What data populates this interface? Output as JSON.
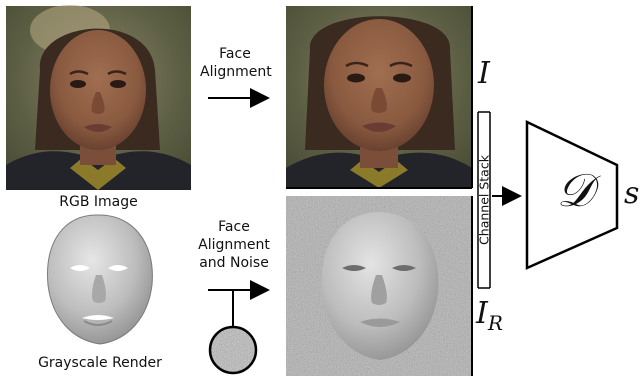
{
  "labels": {
    "rgb_image": "RGB Image",
    "grayscale_render": "Grayscale Render",
    "face_alignment": "Face\nAlignment",
    "face_alignment_noise": "Face\nAlignment\nand Noise",
    "channel_stack": "Channel Stack"
  },
  "math": {
    "I": "I",
    "I_R_base": "I",
    "I_R_sub": "R",
    "D": "𝒟",
    "s": "s"
  },
  "colors": {
    "stroke": "#000000",
    "background": "#ffffff",
    "render_gray": "#b9b9b9",
    "noise_gray": "#8f8f8f",
    "olive_bg": "#6b6a4a",
    "skin": "#8a5a42"
  },
  "icons": {
    "rgb_photo": "face-photo",
    "render": "3d-face-render",
    "aligned_photo": "aligned-face-photo",
    "noisy_render": "noisy-aligned-render",
    "noise": "noise-disc-icon",
    "discriminator": "trapezoid-discriminator"
  }
}
